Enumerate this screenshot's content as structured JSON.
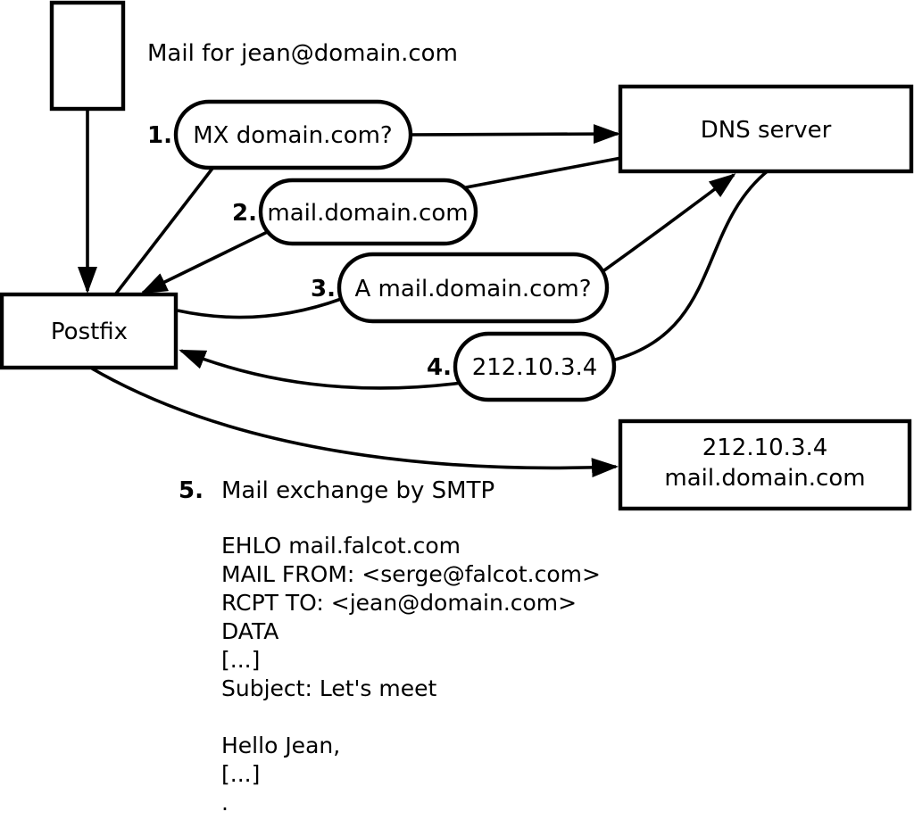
{
  "colors": {
    "line": "#000000",
    "shape_fill": "#ffffff",
    "background": "#ffffff"
  },
  "annotation": {
    "mail_note": "Mail for jean@domain.com"
  },
  "nodes": {
    "postfix": {
      "label": "Postfix"
    },
    "dns_server": {
      "label": "DNS server"
    },
    "mail_server": {
      "line1": "212.10.3.4",
      "line2": "mail.domain.com"
    }
  },
  "steps": [
    {
      "num": "1.",
      "label": "MX domain.com?"
    },
    {
      "num": "2.",
      "label": "mail.domain.com"
    },
    {
      "num": "3.",
      "label": "A mail.domain.com?"
    },
    {
      "num": "4.",
      "label": "212.10.3.4"
    },
    {
      "num": "5.",
      "label": "Mail exchange by SMTP"
    }
  ],
  "smtp_session": {
    "lines": [
      "EHLO mail.falcot.com",
      "MAIL FROM: <serge@falcot.com>",
      "RCPT TO: <jean@domain.com>",
      "DATA",
      "[...]",
      "Subject: Let's meet",
      "",
      "Hello Jean,",
      "[...]",
      "."
    ]
  }
}
